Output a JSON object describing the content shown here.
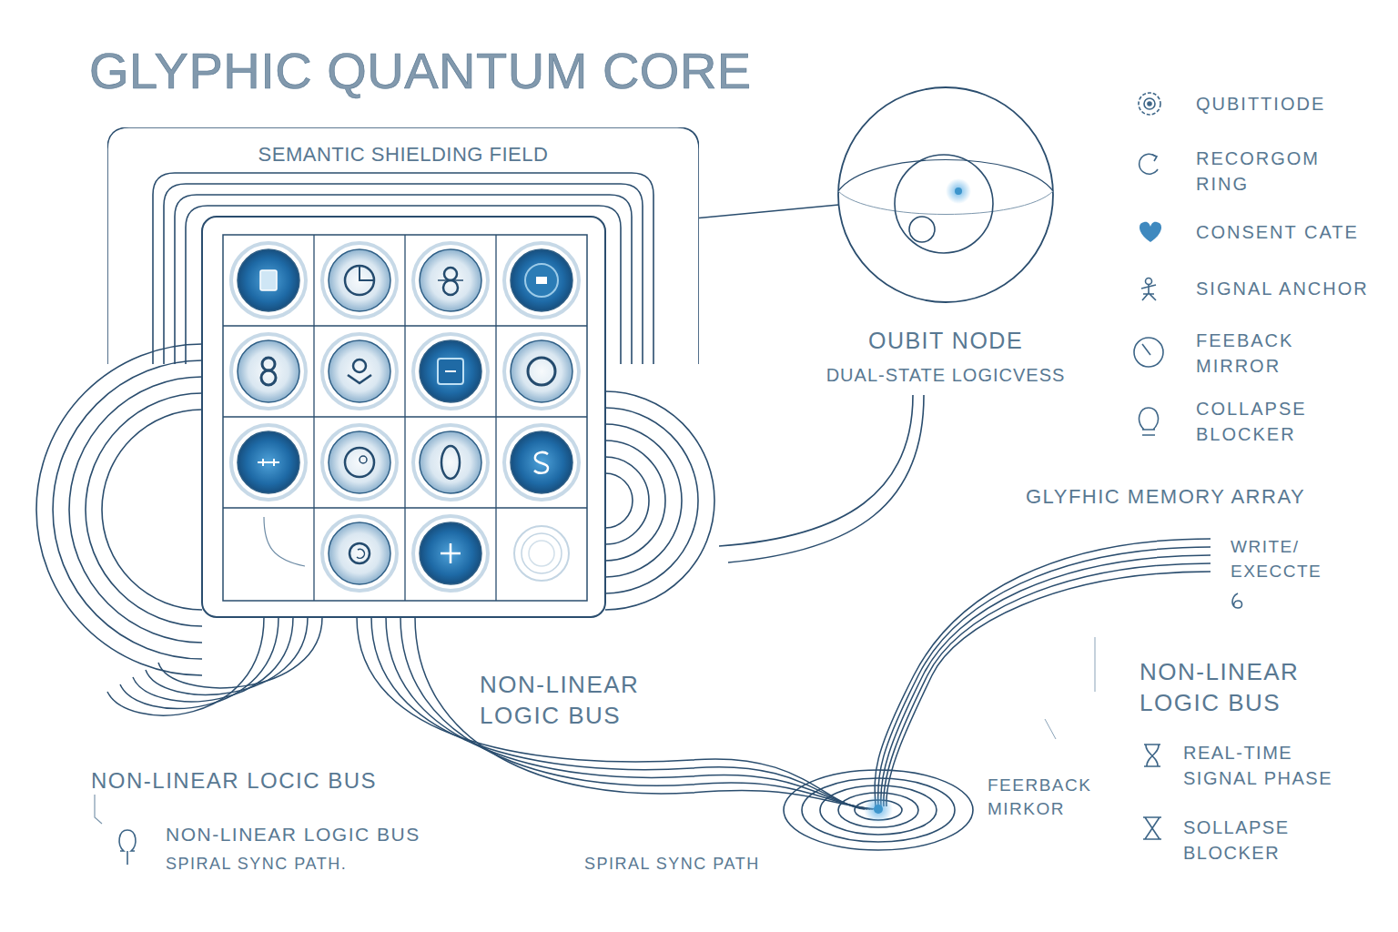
{
  "diagram": {
    "title": "GLYPHIC QUANTUM CORE",
    "nodes": [
      {
        "text": [
          "SEMANTIC SHIELDING FIELD"
        ]
      },
      {
        "text": [
          "OUBIT NODE",
          "DUAL-STATE LOGICVESS"
        ]
      }
    ],
    "edges": [
      {
        "from": 0,
        "to": 1,
        "arrow": "none"
      }
    ],
    "labels": [
      "GLYFHIC MEMORY ARRAY",
      "WRITE/ EXECCTE",
      "NON-LINEAR LOGIC BUS",
      "NON-LINEAR LOGIC BUS",
      "REAL-TIME SIGNAL PHASE",
      "SOLLAPSE BLOCKER",
      "FEERBACK MIRKOR",
      "NON-LINEAR LOCIC BUS",
      "NON-LINEAR LOGIC BUS",
      "SPIRAL SYNC PATH.",
      "SPIRAL SYNC PATH"
    ],
    "legend": [
      {
        "text": "QUBITTIODE"
      },
      {
        "text": "RECORGOM RING"
      },
      {
        "text": "CONSENT CATE"
      },
      {
        "text": "SIGNAL ANCHOR"
      },
      {
        "text": "FEEBACK MIRROR"
      },
      {
        "text": "COLLAPSE BLOCKER"
      }
    ]
  }
}
